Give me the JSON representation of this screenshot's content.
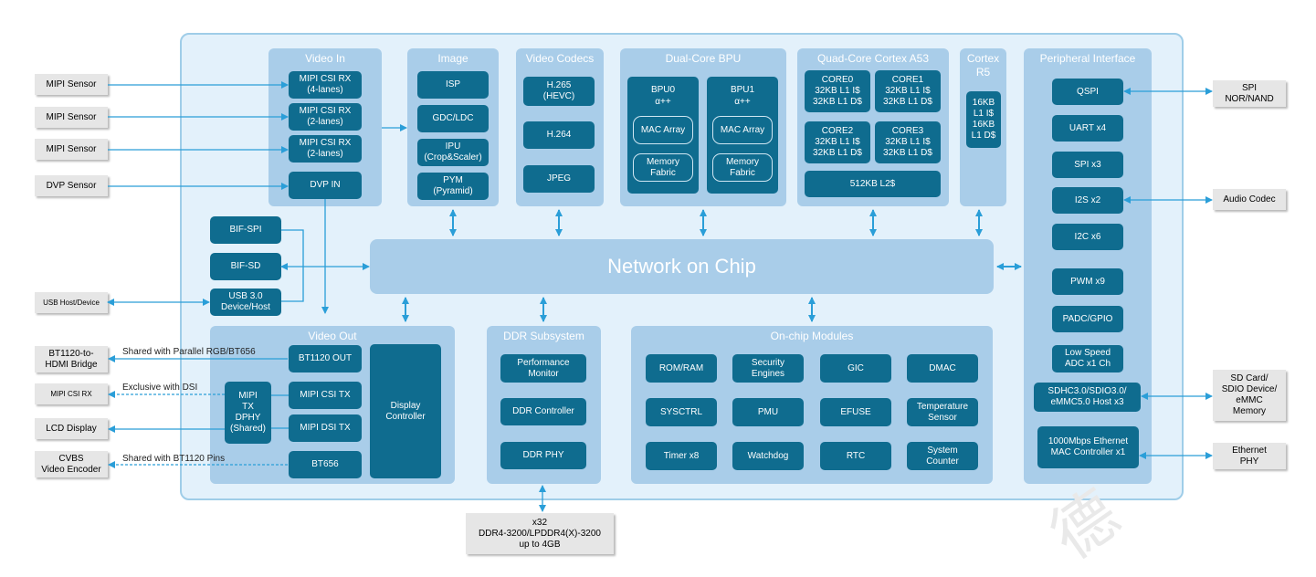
{
  "groups": {
    "video_in": "Video In",
    "image": "Image",
    "codecs": "Video Codecs",
    "bpu": "Dual-Core BPU",
    "a53": "Quad-Core Cortex A53",
    "r5": "Cortex\nR5",
    "periph": "Peripheral Interface",
    "video_out": "Video Out",
    "ddr": "DDR Subsystem",
    "onchip": "On-chip Modules"
  },
  "noc": "Network on Chip",
  "video_in": [
    "MIPI CSI RX\n(4-lanes)",
    "MIPI CSI RX\n(2-lanes)",
    "MIPI CSI RX\n(2-lanes)",
    "DVP IN"
  ],
  "image": [
    "ISP",
    "GDC/LDC",
    "IPU\n(Crop&Scaler)",
    "PYM\n(Pyramid)"
  ],
  "codecs": [
    "H.265\n(HEVC)",
    "H.264",
    "JPEG"
  ],
  "bpu": {
    "bpu0": "BPU0\nα++",
    "bpu1": "BPU1\nα++",
    "mac0": "MAC Array",
    "mac1": "MAC Array",
    "fab0": "Memory\nFabric",
    "fab1": "Memory\nFabric"
  },
  "a53": {
    "core0": "CORE0\n32KB L1 I$\n32KB L1 D$",
    "core1": "CORE1\n32KB L1 I$\n32KB L1 D$",
    "core2": "CORE2\n32KB L1 I$\n32KB L1 D$",
    "core3": "CORE3\n32KB L1 I$\n32KB L1 D$",
    "l2": "512KB L2$"
  },
  "r5": "16KB\nL1 I$\n16KB\nL1 D$",
  "periph": [
    "QSPI",
    "UART x4",
    "SPI x3",
    "I2S x2",
    "I2C x6",
    "PWM x9",
    "PADC/GPIO",
    "Low Speed\nADC x1 Ch",
    "SDHC3.0/SDIO3.0/\neMMC5.0 Host x3",
    "1000Mbps Ethernet\nMAC Controller x1"
  ],
  "bif": [
    "BIF-SPI",
    "BIF-SD",
    "USB 3.0\nDevice/Host"
  ],
  "video_out": {
    "bt1120": "BT1120 OUT",
    "csi_tx": "MIPI CSI TX",
    "dsi_tx": "MIPI DSI TX",
    "bt656": "BT656",
    "dphy": "MIPI\nTX\nDPHY\n(Shared)",
    "display": "Display\nController"
  },
  "ddr": [
    "Performance\nMonitor",
    "DDR Controller",
    "DDR PHY"
  ],
  "onchip": [
    "ROM/RAM",
    "Security\nEngines",
    "GIC",
    "DMAC",
    "SYSCTRL",
    "PMU",
    "EFUSE",
    "Temperature\nSensor",
    "Timer x8",
    "Watchdog",
    "RTC",
    "System\nCounter"
  ],
  "external": {
    "mipi1": "MIPI Sensor",
    "mipi2": "MIPI Sensor",
    "mipi3": "MIPI Sensor",
    "dvp": "DVP Sensor",
    "usb": "USB Host/Device",
    "bt1120_hdmi": "BT1120-to-\nHDMI Bridge",
    "mipi_csi_rx": "MIPI CSI RX",
    "lcd": "LCD Display",
    "cvbs": "CVBS\nVideo Encoder",
    "spi_nor": "SPI\nNOR/NAND",
    "audio": "Audio Codec",
    "sd": "SD Card/\nSDIO Device/\neMMC\nMemory",
    "eth_phy": "Ethernet\nPHY",
    "ddr_mem": "x32\nDDR4-3200/LPDDR4(X)-3200\nup to 4GB"
  },
  "notes": {
    "bt1120": "Shared with Parallel RGB/BT656",
    "dsi": "Exclusive with DSI",
    "bt656": "Shared with BT1120 Pins"
  },
  "colors": {
    "block": "#0f6c8f",
    "group": "#a9cde9",
    "chip": "#e3f1fb",
    "arrow": "#2a9ed8"
  }
}
